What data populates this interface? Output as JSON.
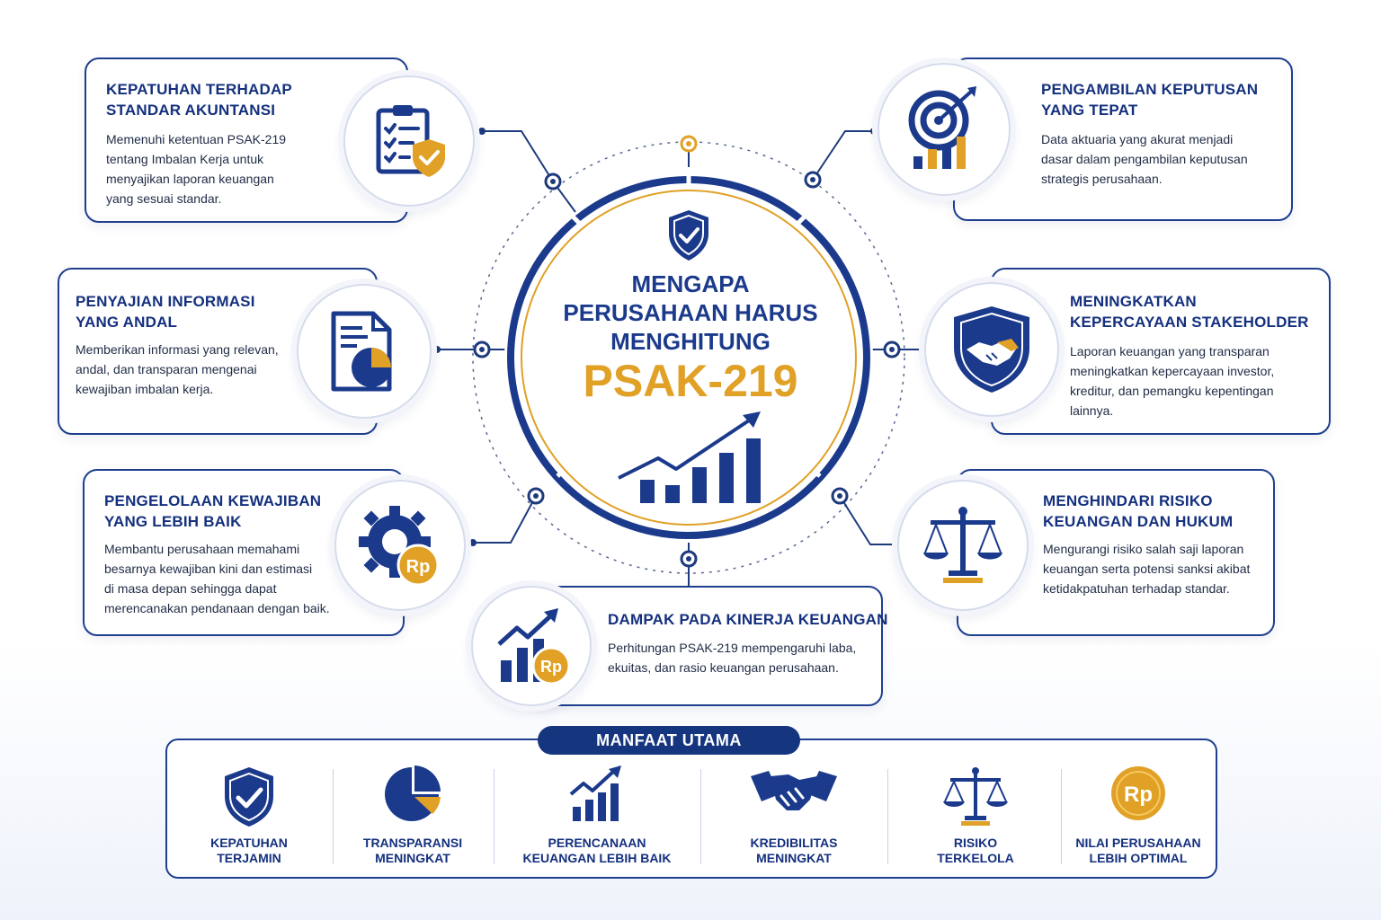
{
  "center": {
    "title": "MENGAPA\nPERUSAHAAN HARUS\nMENGHITUNG",
    "highlight": "PSAK-219"
  },
  "cards": [
    {
      "id": "compliance",
      "icon": "clipboard-shield-icon",
      "title": "KEPATUHAN TERHADAP\nSTANDAR AKUNTANSI",
      "desc": "Memenuhi ketentuan PSAK-219\ntentang Imbalan Kerja untuk\nmenyajikan laporan keuangan\nyang sesuai standar."
    },
    {
      "id": "reliable-info",
      "icon": "document-pie-icon",
      "title": "PENYAJIAN INFORMASI\nYANG ANDAL",
      "desc": "Memberikan informasi yang relevan,\nandal, dan transparan mengenai\nkewajiban imbalan kerja."
    },
    {
      "id": "liability-management",
      "icon": "gear-rupiah-icon",
      "title": "PENGELOLAAN KEWAJIBAN\nYANG LEBIH BAIK",
      "desc": "Membantu perusahaan memahami\nbesarnya kewajiban kini dan estimasi\ndi masa depan sehingga dapat\nmerencanakan pendanaan dengan baik."
    },
    {
      "id": "financial-impact",
      "icon": "chart-rupiah-icon",
      "title": "DAMPAK PADA KINERJA KEUANGAN",
      "desc": "Perhitungan PSAK-219 mempengaruhi laba,\nekuitas, dan rasio keuangan perusahaan."
    },
    {
      "id": "decision-making",
      "icon": "target-chart-icon",
      "title": "PENGAMBILAN KEPUTUSAN\nYANG TEPAT",
      "desc": "Data aktuaria yang akurat menjadi\ndasar dalam pengambilan keputusan\nstrategis perusahaan."
    },
    {
      "id": "stakeholder-trust",
      "icon": "shield-handshake-icon",
      "title": "MENINGKATKAN\nKEPERCAYAAN STAKEHOLDER",
      "desc": "Laporan keuangan yang transparan\nmeningkatkan kepercayaan investor,\nkreditur, dan pemangku kepentingan\nlainnya."
    },
    {
      "id": "risk-avoidance",
      "icon": "scales-icon",
      "title": "MENGHINDARI RISIKO\nKEUANGAN DAN HUKUM",
      "desc": "Mengurangi risiko salah saji laporan\nkeuangan serta potensi sanksi akibat\nketidakpatuhan terhadap standar."
    }
  ],
  "benefits": {
    "header": "MANFAAT UTAMA",
    "items": [
      {
        "icon": "shield-check-icon",
        "label": "KEPATUHAN\nTERJAMIN"
      },
      {
        "icon": "pie-chart-icon",
        "label": "TRANSPARANSI\nMENINGKAT"
      },
      {
        "icon": "bar-chart-icon",
        "label": "PERENCANAAN\nKEUANGAN LEBIH BAIK"
      },
      {
        "icon": "handshake-icon",
        "label": "KREDIBILITAS\nMENINGKAT"
      },
      {
        "icon": "scales-icon",
        "label": "RISIKO\nTERKELOLA"
      },
      {
        "icon": "rupiah-coin-icon",
        "label": "NILAI PERUSAHAAN\nLEBIH OPTIMAL"
      }
    ],
    "coin_text": "Rp"
  },
  "colors": {
    "navy": "#1b3a8c",
    "dark_navy": "#14307e",
    "gold": "#e0a126"
  }
}
